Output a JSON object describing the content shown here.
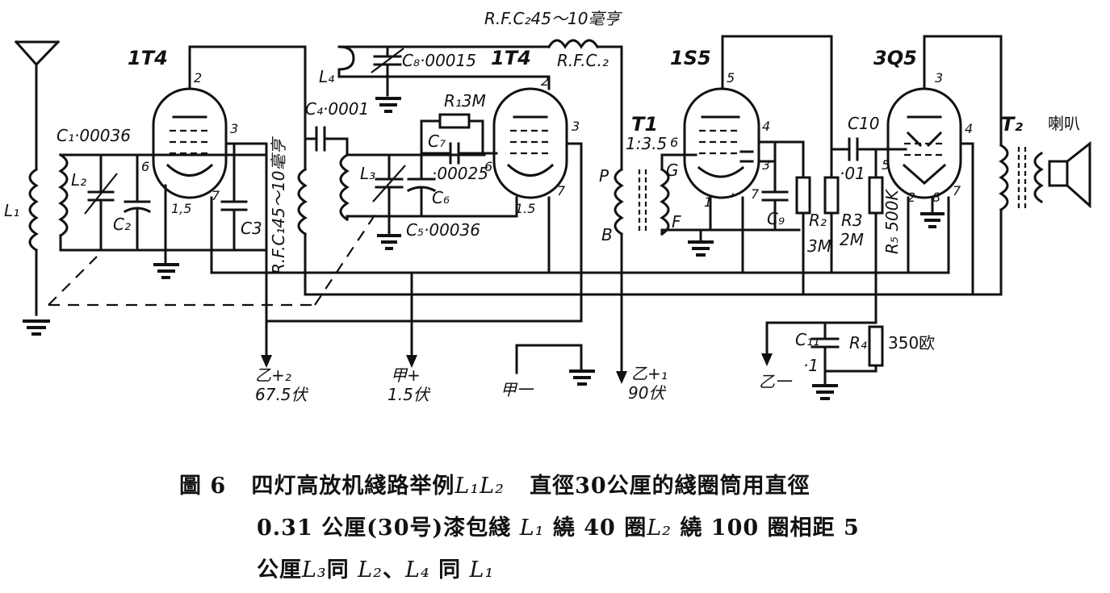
{
  "tubes": {
    "v1": "1T4",
    "v2": "1T4",
    "v3": "1S5",
    "v4": "3Q5"
  },
  "components": {
    "c1": "C₁·00036",
    "c2": "C₂",
    "c3": "C3",
    "c4": "C₄·0001",
    "c5": "C₅·00036",
    "c6": "C₆",
    "c7": "C₇",
    "c7_value": "·00025",
    "c8": "C₈·00015",
    "c9": "C₉",
    "c10": "C10",
    "c10_value": "·01",
    "c11": "C₁₁",
    "c11_value": "·1",
    "r1": "R₁3M",
    "r2": "R₂",
    "r2_value": "3M",
    "r3": "R3",
    "r3_value": "2M",
    "r5": "R₅ 500K",
    "r4": "R₄",
    "r4_value": "350欧",
    "l1": "L₁",
    "l2": "L₂",
    "l3": "L₃",
    "l4": "L₄",
    "rfc1": "R.F.C₁45～10毫亨",
    "rfc2_top": "R.F.C₂45～10毫亨",
    "rfc2": "R.F.C.₂",
    "t1": "T1",
    "t1_ratio": "1:3.5",
    "t2": "T₂",
    "speaker": "喇叭",
    "t1_p": "P",
    "t1_b": "B",
    "t1_g": "G",
    "t1_f": "F"
  },
  "pins": {
    "v1": [
      "2",
      "3",
      "6",
      "7",
      "1,5"
    ],
    "v2": [
      "2",
      "3",
      "6",
      "7",
      "1.5"
    ],
    "v3": [
      "5",
      "4",
      "6",
      "3",
      "7",
      "1",
      "·"
    ],
    "v4": [
      "3",
      "4",
      "5",
      "7",
      "2",
      "8"
    ]
  },
  "supply": {
    "b2_name": "乙+₂",
    "b2_value": "67.5伏",
    "a_plus_name": "甲+",
    "a_plus_value": "1.5伏",
    "a_minus": "甲一",
    "b1_name": "乙+₁",
    "b1_value": "90伏",
    "b_minus": "乙一"
  },
  "caption": {
    "figure": "圖 6",
    "line1": "四灯高放机綫路举例",
    "line1_coils": "L₁L₂",
    "line1_rest": "直徑30公厘的綫圈筒用直徑",
    "line2a": "0.31 公厘(30号)漆包綫 ",
    "line2_l1": "L₁",
    "line2b": " 繞 40 圈",
    "line2_l2": "L₂",
    "line2c": " 繞 100 圈相距 5",
    "line3a": "公厘",
    "line3_l3": "L₃",
    "line3b": "同 ",
    "line3_l2": "L₂",
    "line3c": "、",
    "line3_l4": "L₄",
    "line3d": " 同 ",
    "line3_l1": "L₁"
  }
}
